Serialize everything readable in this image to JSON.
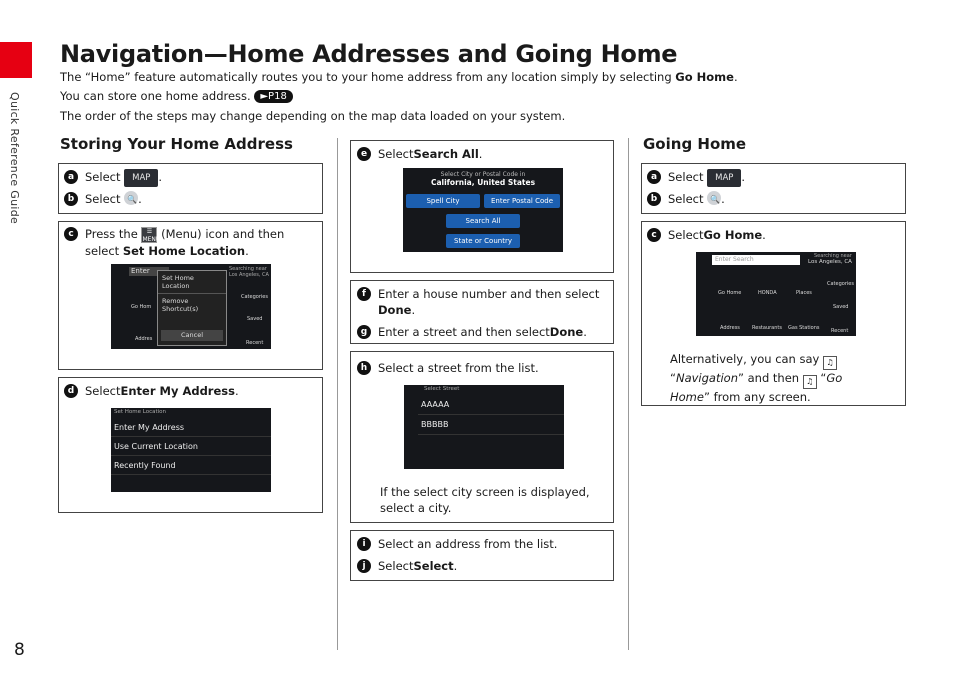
{
  "side_tab": "Quick Reference Guide",
  "page_number": "8",
  "title": "Navigation—Home Addresses and Going Home",
  "intro": {
    "line1_a": "The “Home” feature automatically routes you to your home address from any location simply by selecting ",
    "line1_b": "Go Home",
    "line1_c": ".",
    "line2": "You can store one home address.",
    "line2_ref": "P18",
    "line3": "The order of the steps may change depending on the map data loaded on your system."
  },
  "left": {
    "heading": "Storing Your Home Address",
    "s1": {
      "n": "a",
      "pre": "Select",
      "btn": "MAP",
      "post": "."
    },
    "s2": {
      "n": "b",
      "pre": "Select",
      "post": "."
    },
    "s3": {
      "n": "c",
      "pre": "Press the",
      "mid": "(Menu) icon and then",
      "line2a": "select ",
      "line2b": "Set Home Location",
      "line2c": "."
    },
    "shot3": {
      "search": "Enter",
      "menu_title": "Set Home Location",
      "menu_item": "Remove Shortcut(s)",
      "cancel": "Cancel",
      "near": "Searching near Los Angeles, CA",
      "cat": "Categories",
      "saved": "Saved",
      "recent": "Recent",
      "gohome": "Go Hom",
      "address": "Addres"
    },
    "s4": {
      "n": "d",
      "pre": "Select ",
      "b": "Enter My Address",
      "post": "."
    },
    "shot4": {
      "header": "Set Home Location",
      "r1": "Enter My Address",
      "r2": "Use Current Location",
      "r3": "Recently Found"
    }
  },
  "mid": {
    "s5": {
      "n": "e",
      "pre": "Select ",
      "b": "Search All",
      "post": "."
    },
    "shot5": {
      "header": "Select City or Postal Code in",
      "state": "California, United States",
      "b1": "Spell City",
      "b2": "Enter Postal Code",
      "b3": "Search All",
      "b4": "State or Country"
    },
    "s6": {
      "n": "f",
      "pre": "Enter a house number and then select",
      "b": "Done",
      "post": "."
    },
    "s7": {
      "n": "g",
      "pre": "Enter a street and then select ",
      "b": "Done",
      "post": "."
    },
    "s8": {
      "n": "h",
      "text": "Select a street from the list."
    },
    "shot8": {
      "header": "Select Street",
      "r1": "AAAAA",
      "r2": "BBBBB"
    },
    "s8_note": "If the select city screen is displayed, select a city.",
    "s9": {
      "n": "i",
      "text": "Select an address from the list."
    },
    "s10": {
      "n": "j",
      "pre": "Select ",
      "b": "Select",
      "post": "."
    }
  },
  "right": {
    "heading": "Going Home",
    "s1": {
      "n": "a",
      "pre": "Select",
      "btn": "MAP",
      "post": "."
    },
    "s2": {
      "n": "b",
      "pre": "Select",
      "post": "."
    },
    "s3": {
      "n": "c",
      "pre": "Select ",
      "b": "Go Home",
      "post": "."
    },
    "shot": {
      "search": "Enter Search",
      "near1": "Searching near",
      "near2": "Los Angeles, CA",
      "i1": "Go Home",
      "i2": "HONDA",
      "i3": "Places",
      "i4": "Address",
      "i5": "Restaurants",
      "i6": "Gas Stations",
      "cat": "Categories",
      "saved": "Saved",
      "recent": "Recent"
    },
    "alt_a": "Alternatively, you can say",
    "alt_b": "Navigation",
    "alt_c": "” and then",
    "alt_d": "Go",
    "alt_e": "Home",
    "alt_f": "” from any screen."
  }
}
